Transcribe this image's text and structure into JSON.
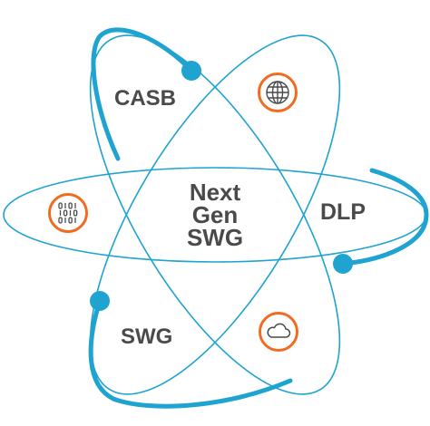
{
  "center": {
    "line1": "Next",
    "line2": "Gen",
    "line3": "SWG"
  },
  "labels": {
    "casb": "CASB",
    "dlp": "DLP",
    "swg": "SWG"
  },
  "icons": {
    "top_right": "globe-icon",
    "left": "binary-data-icon",
    "bottom_right": "cloud-icon"
  },
  "colors": {
    "orbit": "#1fa3d1",
    "icon_accent": "#f26b21",
    "text": "#4a4a4a"
  }
}
